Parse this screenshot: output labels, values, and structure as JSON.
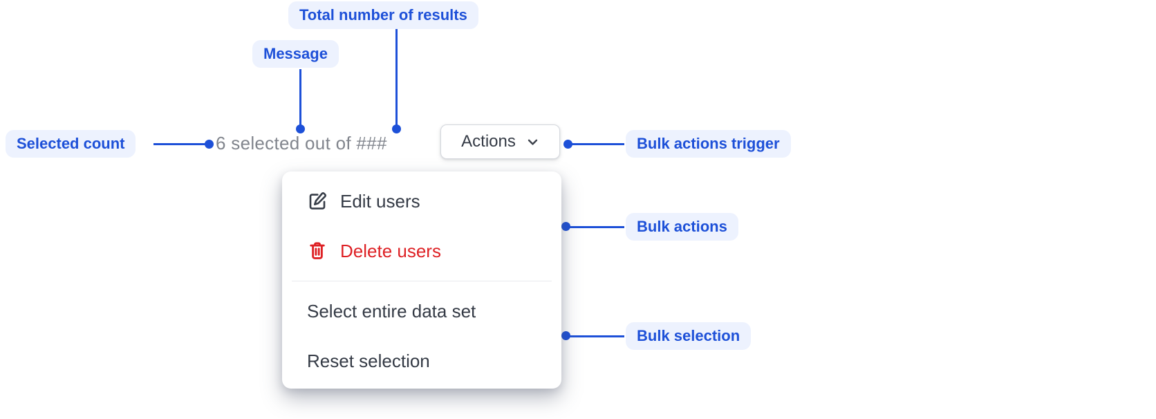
{
  "annotations": {
    "total_results": "Total number of results",
    "message": "Message",
    "selected_count": "Selected count",
    "bulk_actions_trigger": "Bulk actions trigger",
    "bulk_actions": "Bulk actions",
    "bulk_selection": "Bulk selection"
  },
  "toolbar": {
    "status_text": "6 selected out of ###",
    "trigger_label": "Actions",
    "trigger_icon": "chevron-down-icon"
  },
  "menu": {
    "items": [
      {
        "label": "Edit users",
        "icon": "edit-icon",
        "tone": "default"
      },
      {
        "label": "Delete users",
        "icon": "trash-icon",
        "tone": "danger"
      },
      {
        "label": "Select entire data set",
        "icon": "",
        "tone": "default"
      },
      {
        "label": "Reset selection",
        "icon": "",
        "tone": "default"
      }
    ]
  },
  "colors": {
    "accent-blue": "#1d50d8",
    "label-bg": "#edf2fe",
    "muted-text": "#81858d",
    "dark-text": "#343a45",
    "danger-red": "#de2125",
    "button-border": "#d5d8de"
  }
}
